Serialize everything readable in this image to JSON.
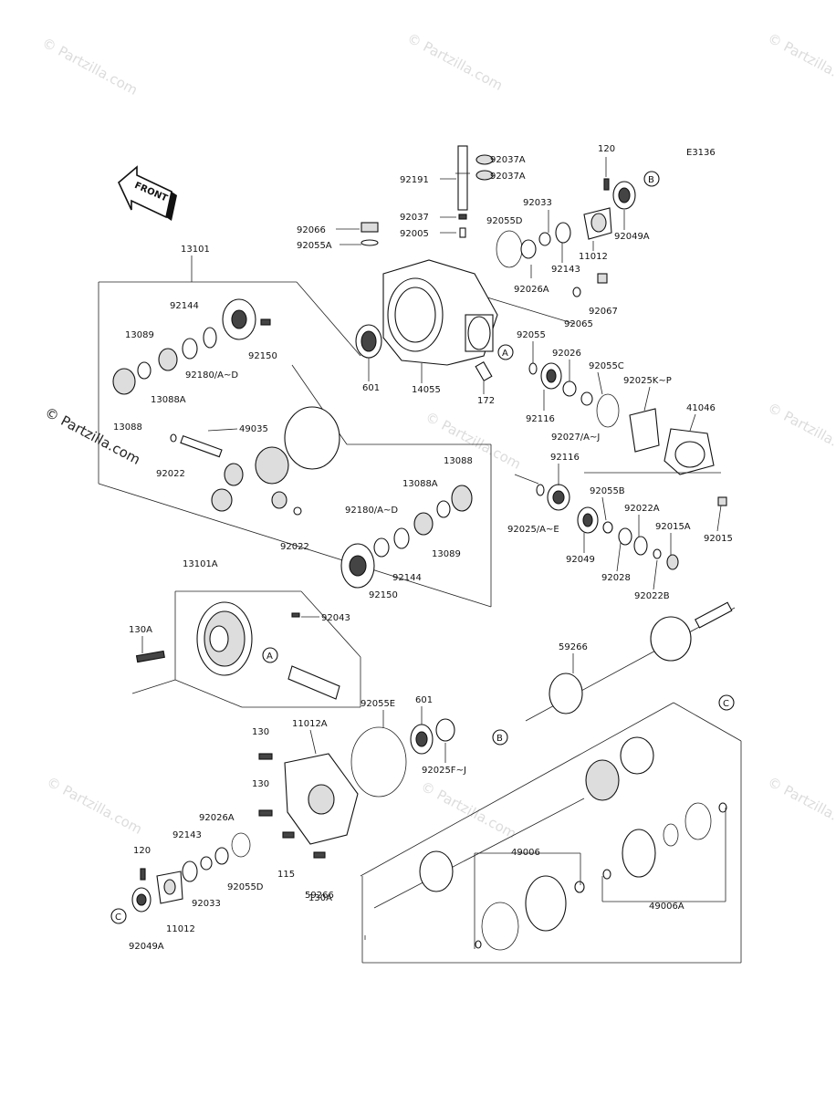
{
  "diagram_code": "E3136",
  "front_arrow_label": "FRONT",
  "watermark": "© Partzilla.com",
  "circle_refs": {
    "a": "A",
    "b": "B",
    "c": "C"
  },
  "labels": {
    "p92037A_1": "92037A",
    "p92037A_2": "92037A",
    "p92191": "92191",
    "p92037": "92037",
    "p92005": "92005",
    "p92066": "92066",
    "p92055A": "92055A",
    "p120_top": "120",
    "p92033_top": "92033",
    "p92055D_top": "92055D",
    "p92143_top": "92143",
    "p92026A_top": "92026A",
    "p11012_top": "11012",
    "p92049A_top": "92049A",
    "p92067": "92067",
    "p92065": "92065",
    "p13101": "13101",
    "p92144_a": "92144",
    "p13089_a": "13089",
    "p92150_a": "92150",
    "p92180_a": "92180/A~D",
    "p13088A_a": "13088A",
    "p13088_a": "13088",
    "p601_a": "601",
    "p14055": "14055",
    "p172": "172",
    "p92055": "92055",
    "p92026": "92026",
    "p92055C": "92055C",
    "p92025KP": "92025K~P",
    "p41046": "41046",
    "p92116_a": "92116",
    "p92027": "92027/A~J",
    "p49035": "49035",
    "p92022_a": "92022",
    "p13088_b": "13088",
    "p13088A_b": "13088A",
    "p92180_b": "92180/A~D",
    "p13089_b": "13089",
    "p92022_b": "92022",
    "p92144_b": "92144",
    "p92150_b": "92150",
    "p92116_b": "92116",
    "p92025AE": "92025/A~E",
    "p92055B": "92055B",
    "p92022A": "92022A",
    "p92015A": "92015A",
    "p92015": "92015",
    "p92049": "92049",
    "p92028": "92028",
    "p92022B": "92022B",
    "p13101A": "13101A",
    "p130A_a": "130A",
    "p92043": "92043",
    "p59266_a": "59266",
    "p92055E": "92055E",
    "p601_b": "601",
    "p92025FJ": "92025F~J",
    "p130_a": "130",
    "p11012A": "11012A",
    "p130_b": "130",
    "p92026A_b": "92026A",
    "p92143_b": "92143",
    "p120_b": "120",
    "p92033_b": "92033",
    "p92055D_b": "92055D",
    "p115": "115",
    "p130A_b": "130A",
    "p11012_b": "11012",
    "p92049A_b": "92049A",
    "p49006": "49006",
    "p49006A": "49006A",
    "p59266_b": "59266"
  }
}
